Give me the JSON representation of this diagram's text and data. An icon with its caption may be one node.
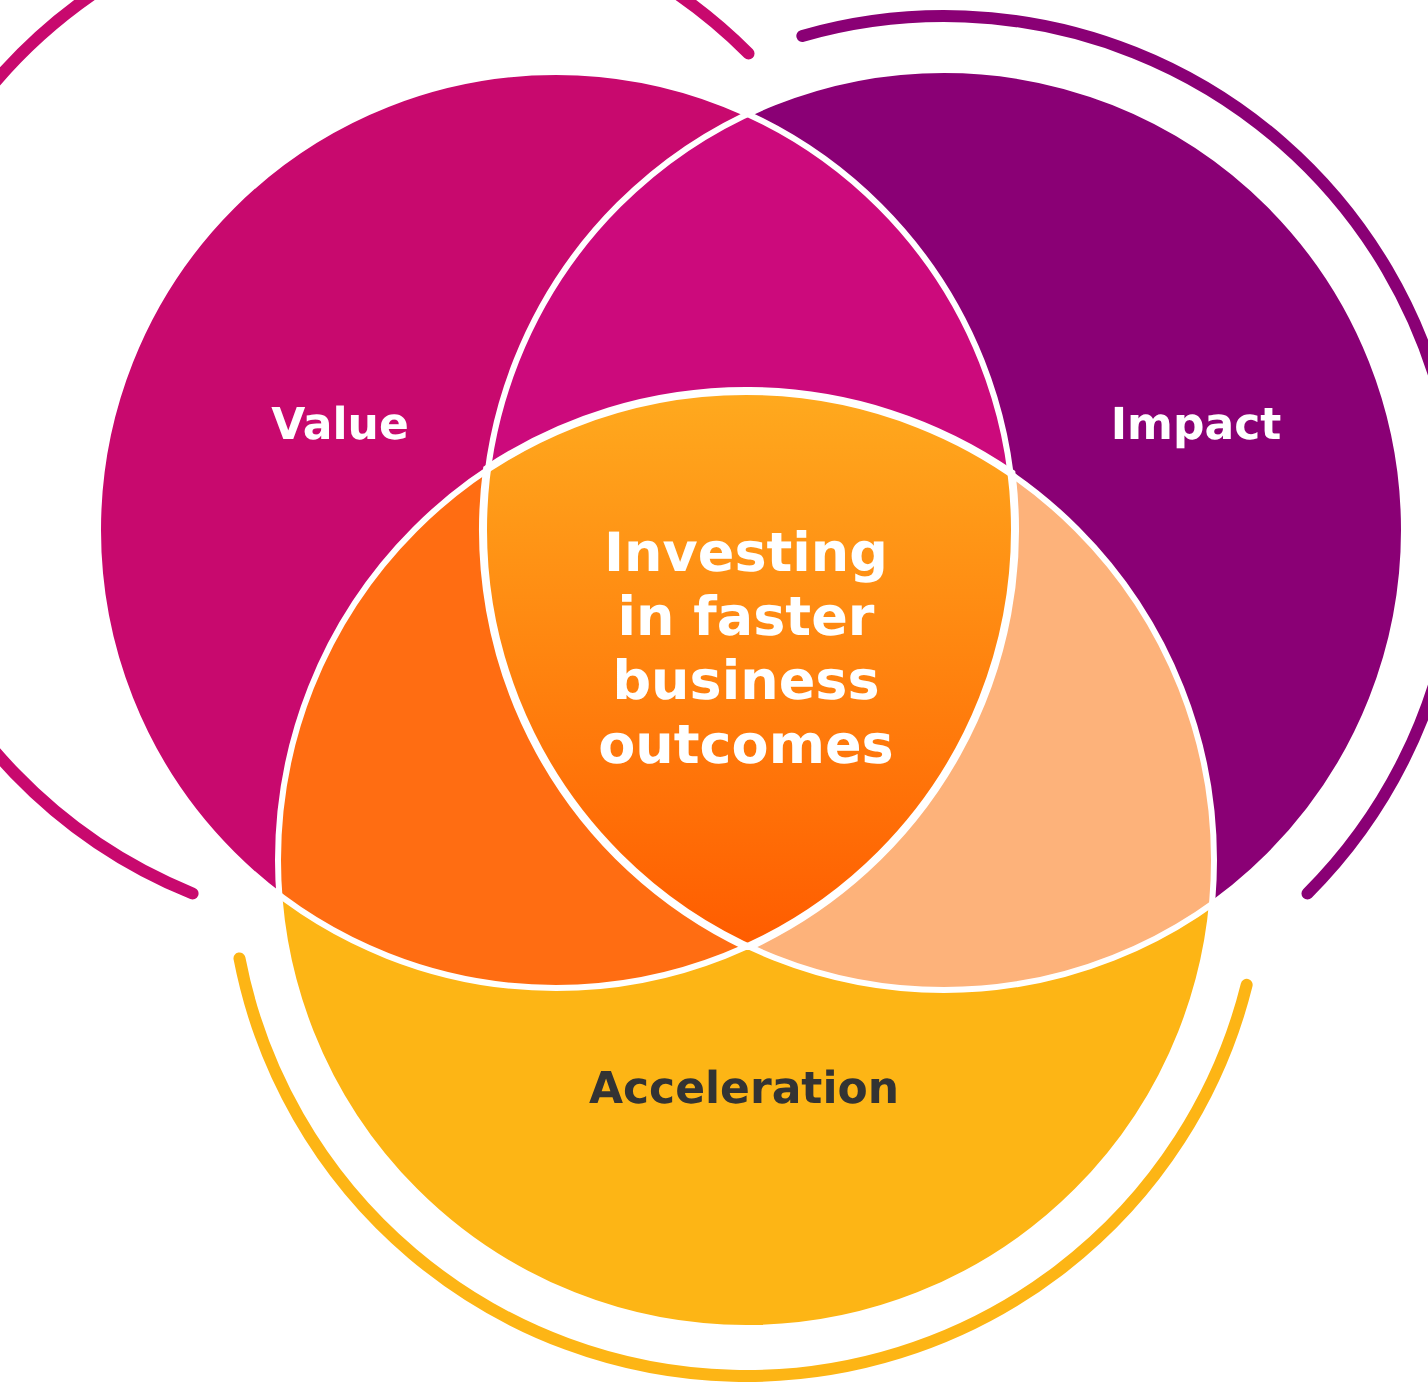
{
  "diagram": {
    "nodes": [
      {
        "text": [
          "Value"
        ]
      },
      {
        "text": [
          "Impact"
        ]
      },
      {
        "text": [
          "Acceleration"
        ]
      },
      {
        "text": [
          "Investing in faster business outcomes"
        ]
      }
    ]
  }
}
